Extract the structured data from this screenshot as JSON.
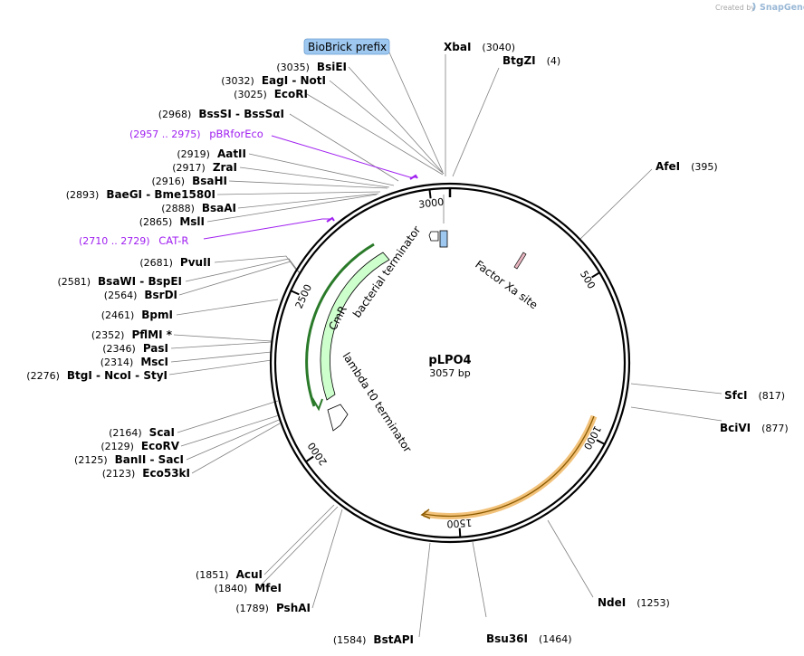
{
  "credit": {
    "prefix": "Created by",
    "brand": "SnapGene"
  },
  "plasmid": {
    "name": "pLPO4",
    "length_label": "3057 bp",
    "length": 3057
  },
  "ticks": [
    {
      "label": "500",
      "pos": 500
    },
    {
      "label": "1000",
      "pos": 1000
    },
    {
      "label": "1500",
      "pos": 1500
    },
    {
      "label": "2000",
      "pos": 2000
    },
    {
      "label": "2500",
      "pos": 2500
    },
    {
      "label": "3000",
      "pos": 3000
    }
  ],
  "features": {
    "biobrick_prefix": "BioBrick prefix",
    "factor_xa": "Factor Xa site",
    "bacterial_terminator": "bacterial terminator",
    "cmr": "CmR",
    "lambda_t0": "lambda t0 terminator",
    "pbrforeco": {
      "range": "(2957 .. 2975)",
      "name": "pBRforEco"
    },
    "cat_r": {
      "range": "(2710 .. 2729)",
      "name": "CAT-R"
    }
  },
  "colors": {
    "cmr": "#ccffcc",
    "orf": "#f2c27a",
    "primer": "#a020f0",
    "biobrick": "#9ec8f0"
  },
  "sites_right": [
    {
      "name": "XbaI",
      "pos": "(3040)"
    },
    {
      "name": "BtgZI",
      "pos": "(4)"
    },
    {
      "name": "AfeI",
      "pos": "(395)"
    },
    {
      "name": "SfcI",
      "pos": "(817)"
    },
    {
      "name": "BciVI",
      "pos": "(877)"
    },
    {
      "name": "NdeI",
      "pos": "(1253)"
    },
    {
      "name": "Bsu36I",
      "pos": "(1464)"
    }
  ],
  "sites_left": [
    {
      "pos": "(3035)",
      "name": "BsiEI"
    },
    {
      "pos": "(3032)",
      "name": "EagI - NotI"
    },
    {
      "pos": "(3025)",
      "name": "EcoRI"
    },
    {
      "pos": "(2968)",
      "name": "BssSI - BssSαI"
    },
    {
      "pos": "(2919)",
      "name": "AatII"
    },
    {
      "pos": "(2917)",
      "name": "ZraI"
    },
    {
      "pos": "(2916)",
      "name": "BsaHI"
    },
    {
      "pos": "(2893)",
      "name": "BaeGI - Bme1580I"
    },
    {
      "pos": "(2888)",
      "name": "BsaAI"
    },
    {
      "pos": "(2865)",
      "name": "MslI"
    },
    {
      "pos": "(2681)",
      "name": "PvuII"
    },
    {
      "pos": "(2581)",
      "name": "BsaWI - BspEI"
    },
    {
      "pos": "(2564)",
      "name": "BsrDI"
    },
    {
      "pos": "(2461)",
      "name": "BpmI"
    },
    {
      "pos": "(2352)",
      "name": "PflMI *"
    },
    {
      "pos": "(2346)",
      "name": "PasI"
    },
    {
      "pos": "(2314)",
      "name": "MscI"
    },
    {
      "pos": "(2276)",
      "name": "BtgI - NcoI - StyI"
    },
    {
      "pos": "(2164)",
      "name": "ScaI"
    },
    {
      "pos": "(2129)",
      "name": "EcoRV"
    },
    {
      "pos": "(2125)",
      "name": "BanII - SacI"
    },
    {
      "pos": "(2123)",
      "name": "Eco53kI"
    },
    {
      "pos": "(1851)",
      "name": "AcuI"
    },
    {
      "pos": "(1840)",
      "name": "MfeI"
    },
    {
      "pos": "(1789)",
      "name": "PshAI"
    },
    {
      "pos": "(1584)",
      "name": "BstAPI"
    }
  ]
}
